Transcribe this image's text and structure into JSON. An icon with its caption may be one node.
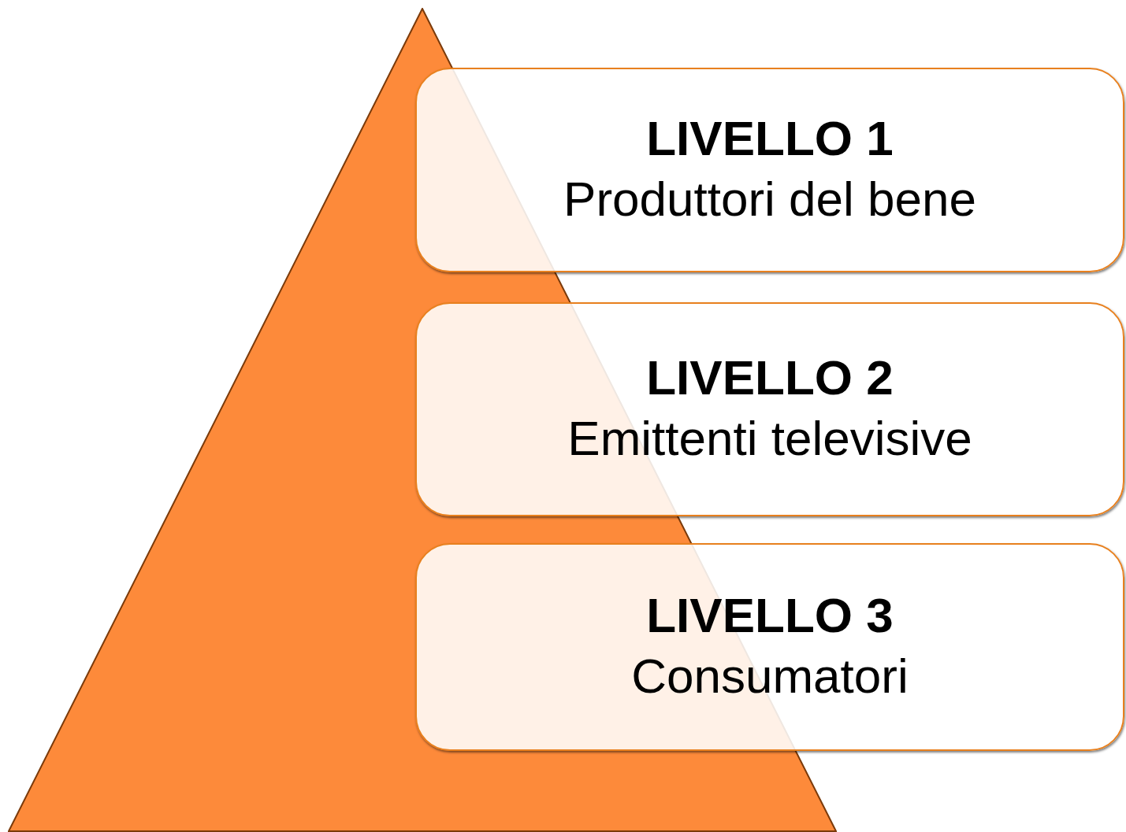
{
  "diagram": {
    "nodes": [
      {
        "text": [],
        "shape": "triangle"
      },
      {
        "text": [
          "LIVELLO 1",
          "Produttori del bene"
        ]
      },
      {
        "text": [
          "LIVELLO 2",
          "Emittenti televisive"
        ]
      },
      {
        "text": [
          "LIVELLO 3",
          "Consumatori"
        ]
      }
    ],
    "edges": []
  }
}
